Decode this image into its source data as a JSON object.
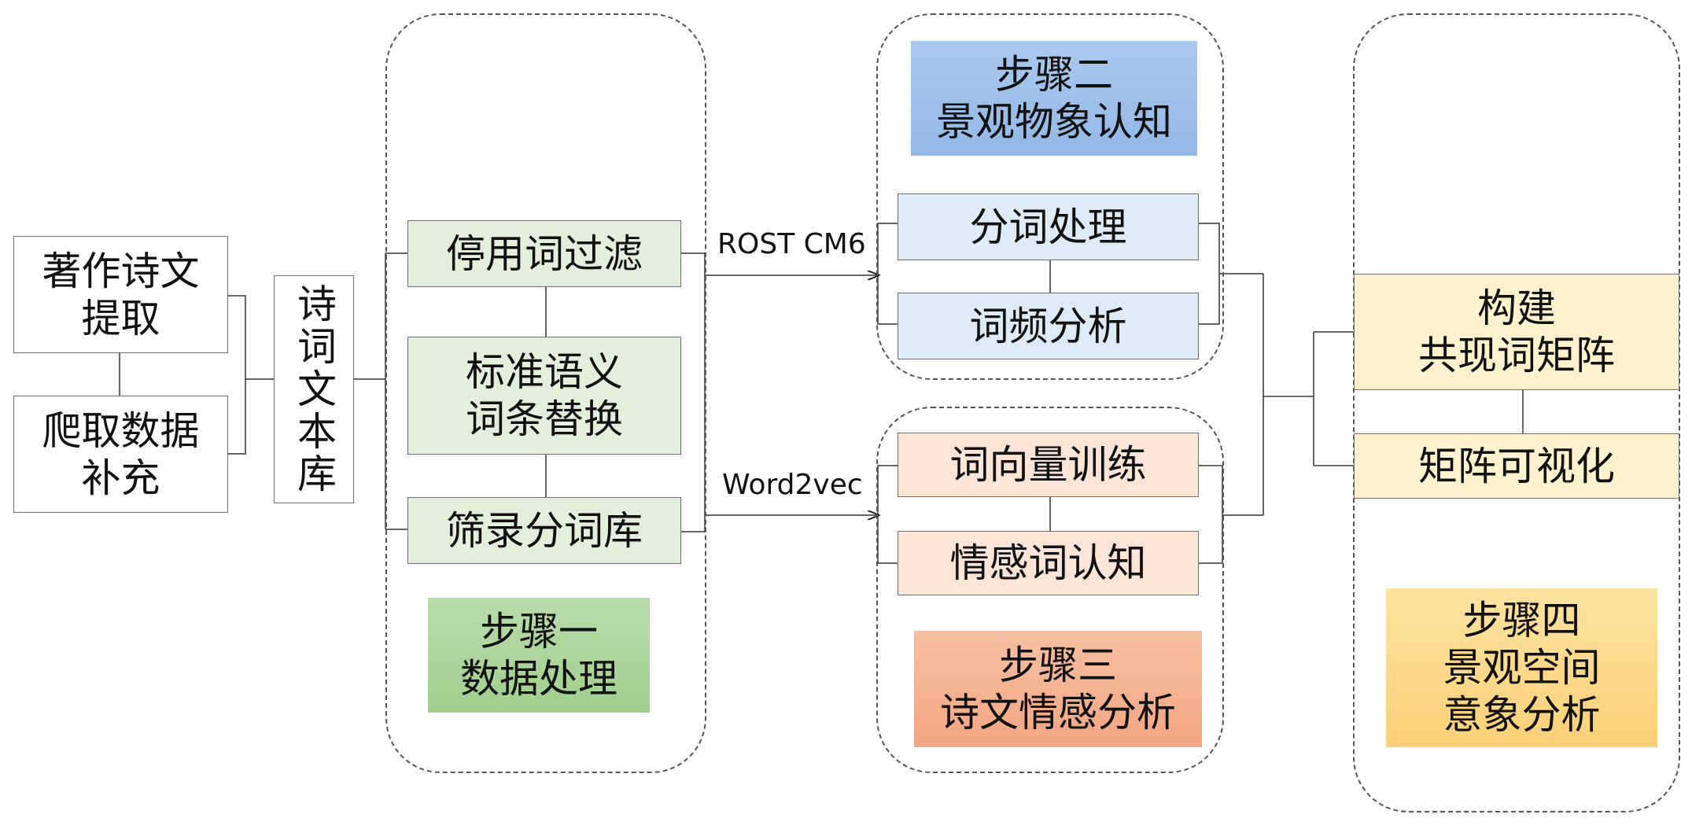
{
  "sources": {
    "extract": "著作诗文\n提取",
    "crawl": "爬取数据\n补充"
  },
  "corpus": "诗词文本库",
  "step1": {
    "items": [
      "停用词过滤",
      "标准语义\n词条替换",
      "筛录分词库"
    ],
    "title": "步骤一\n数据处理"
  },
  "step2": {
    "title": "步骤二\n景观物象认知",
    "items": [
      "分词处理",
      "词频分析"
    ]
  },
  "step3": {
    "title": "步骤三\n诗文情感分析",
    "items": [
      "词向量训练",
      "情感词认知"
    ]
  },
  "step4": {
    "items": [
      "构建\n共现词矩阵",
      "矩阵可视化"
    ],
    "title": "步骤四\n景观空间\n意象分析"
  },
  "tools": {
    "rost": "ROST CM6",
    "word2vec": "Word2vec"
  },
  "colors": {
    "step1": "#a9d18e",
    "step2": "#9dc3e6",
    "step3": "#f4b183",
    "step4": "#ffd966"
  }
}
